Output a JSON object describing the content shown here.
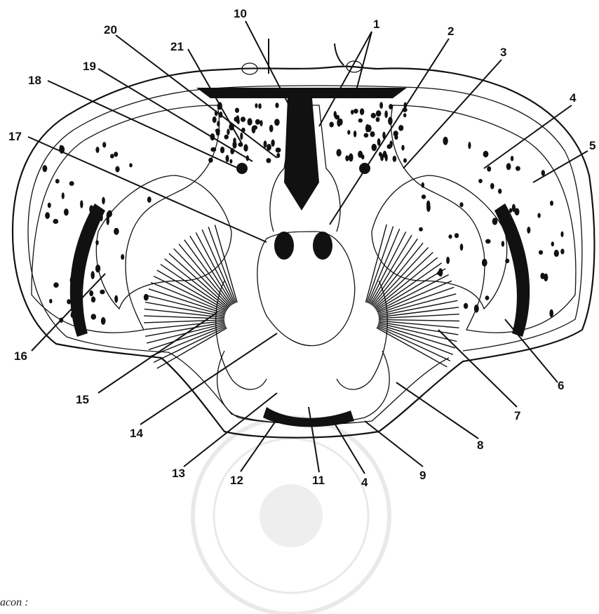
{
  "figure": {
    "caption_fragment": "acon :",
    "callouts": [
      {
        "id": "1",
        "text": "1"
      },
      {
        "id": "2",
        "text": "2"
      },
      {
        "id": "3",
        "text": "3"
      },
      {
        "id": "4a",
        "text": "4"
      },
      {
        "id": "5",
        "text": "5"
      },
      {
        "id": "6",
        "text": "6"
      },
      {
        "id": "7",
        "text": "7"
      },
      {
        "id": "8",
        "text": "8"
      },
      {
        "id": "9",
        "text": "9"
      },
      {
        "id": "10",
        "text": "10"
      },
      {
        "id": "11",
        "text": "11"
      },
      {
        "id": "12",
        "text": "12"
      },
      {
        "id": "13",
        "text": "13"
      },
      {
        "id": "14",
        "text": "14"
      },
      {
        "id": "15",
        "text": "15"
      },
      {
        "id": "16",
        "text": "16"
      },
      {
        "id": "17",
        "text": "17"
      },
      {
        "id": "18",
        "text": "18"
      },
      {
        "id": "19",
        "text": "19"
      },
      {
        "id": "20",
        "text": "20"
      },
      {
        "id": "21",
        "text": "21"
      },
      {
        "id": "4b",
        "text": "4"
      }
    ]
  }
}
